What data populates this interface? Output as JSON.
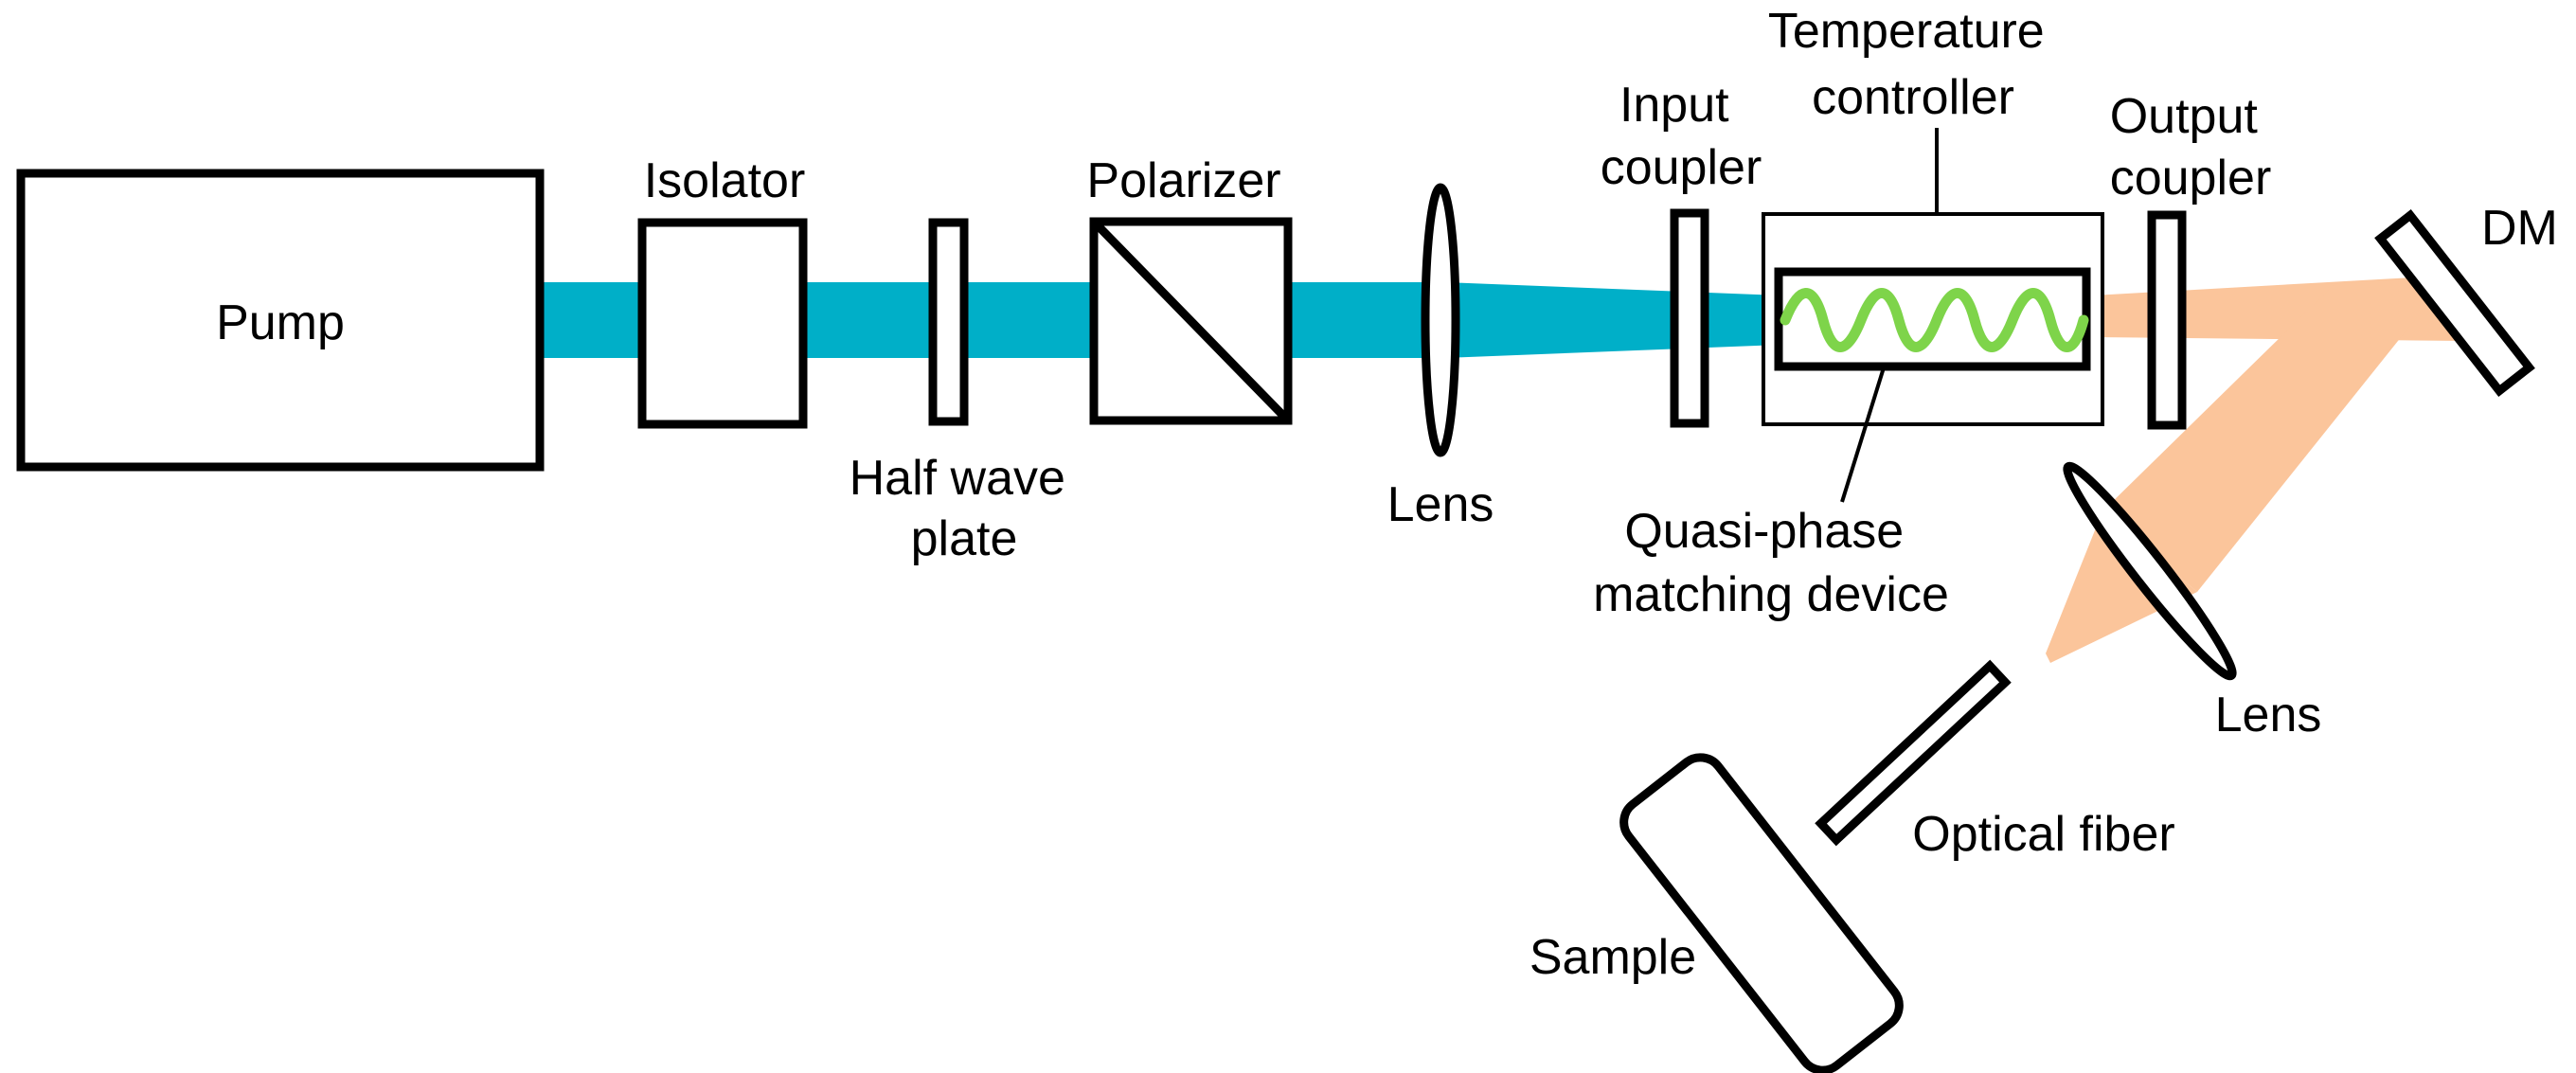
{
  "colors": {
    "pump_beam": "#00AFC8",
    "output_beam": "#FBC59B",
    "qpm_grating": "#7ED44A",
    "outline": "#000000"
  },
  "labels": {
    "pump": "Pump",
    "isolator": "Isolator",
    "half_wave_plate": [
      "Half wave",
      "plate"
    ],
    "polarizer": "Polarizer",
    "lens_1": "Lens",
    "input_coupler": [
      "Input",
      "coupler"
    ],
    "temperature_controller": [
      "Temperature",
      "controller"
    ],
    "quasi_phase_matching_device": [
      "Quasi-phase",
      "matching device"
    ],
    "output_coupler": [
      "Output",
      "coupler"
    ],
    "dm": "DM",
    "lens_2": "Lens",
    "optical_fiber": "Optical fiber",
    "sample": "Sample"
  }
}
